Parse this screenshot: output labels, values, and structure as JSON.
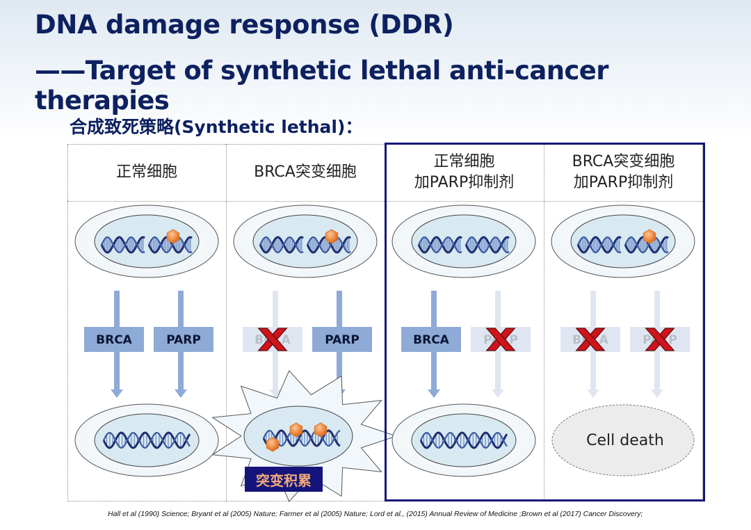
{
  "header": {
    "title": "DNA damage response (DDR)",
    "subtitle": "——Target of synthetic lethal anti-cancer therapies"
  },
  "section_label": "合成致死策略(Synthetic lethal)：",
  "columns": [
    {
      "heading_line1": "正常细胞",
      "heading_line2": "",
      "brca_active": true,
      "parp_active": true,
      "dna_lesions": 1,
      "outcome": "normal"
    },
    {
      "heading_line1": "BRCA突变细胞",
      "heading_line2": "",
      "brca_active": false,
      "parp_active": true,
      "dna_lesions": 3,
      "outcome": "mutation-accumulation"
    },
    {
      "heading_line1": "正常细胞",
      "heading_line2": "加PARP抑制剂",
      "brca_active": true,
      "parp_active": false,
      "dna_lesions": 0,
      "outcome": "normal"
    },
    {
      "heading_line1": "BRCA突变细胞",
      "heading_line2": "加PARP抑制剂",
      "brca_active": false,
      "parp_active": false,
      "dna_lesions": 1,
      "outcome": "cell-death"
    }
  ],
  "genes": {
    "brca": "BRCA",
    "parp": "PARP"
  },
  "mutation_badge": "突变积累",
  "cell_death_label": "Cell death",
  "references": "Hall et al (1990) Science; Bryant et al (2005) Nature; Farmer et al (2005) Nature; Lord et al., (2015) Annual Review of Medicine ;Brown et al (2017) Cancer Discovery;",
  "colors": {
    "title": "#0d2160",
    "highlight_border": "#141478",
    "gene_box_active": "#8eaad6",
    "gene_box_inactive": "#dfe6f1",
    "inhibition_x": "#d0141c",
    "lesion": "#f0883e",
    "dna": "#1f2e6e"
  }
}
